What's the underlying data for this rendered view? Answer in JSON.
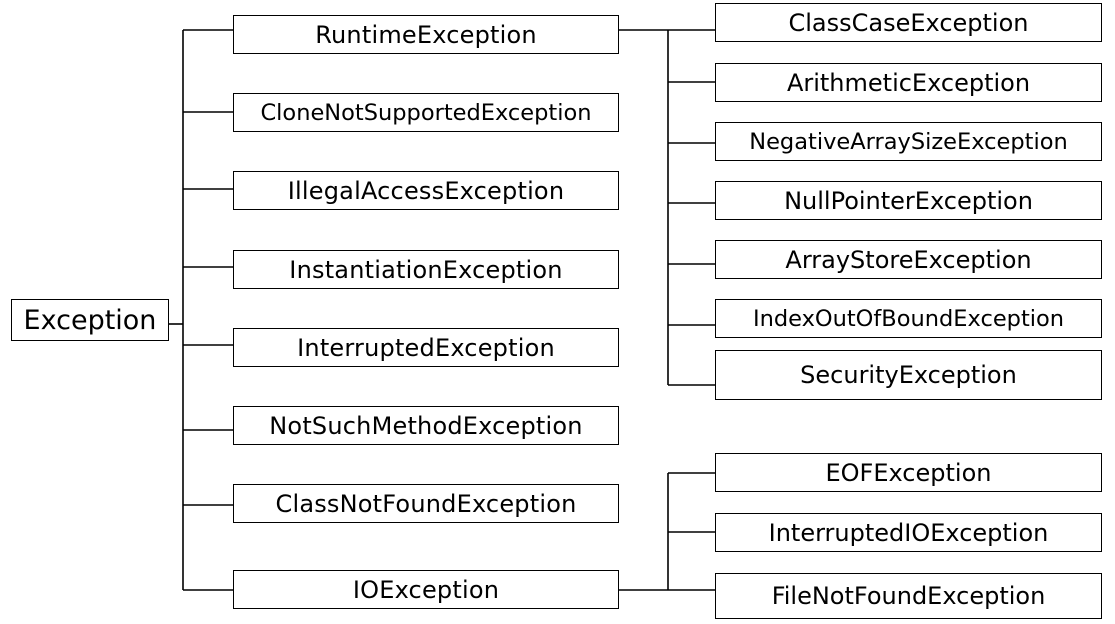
{
  "root": {
    "label": "Exception"
  },
  "children": [
    {
      "id": "runtime",
      "label": "RuntimeException"
    },
    {
      "id": "clonenotsupported",
      "label": "CloneNotSupportedException"
    },
    {
      "id": "illegalaccess",
      "label": "IllegalAccessException"
    },
    {
      "id": "instantiation",
      "label": "InstantiationException"
    },
    {
      "id": "interrupted",
      "label": "InterruptedException"
    },
    {
      "id": "notsuchmethod",
      "label": "NotSuchMethodException"
    },
    {
      "id": "classnotfound",
      "label": "ClassNotFoundException"
    },
    {
      "id": "io",
      "label": "IOException"
    }
  ],
  "runtime_children": [
    {
      "id": "classcase",
      "label": "ClassCaseException"
    },
    {
      "id": "arithmetic",
      "label": "ArithmeticException"
    },
    {
      "id": "negativearraysize",
      "label": "NegativeArraySizeException"
    },
    {
      "id": "nullpointer",
      "label": "NullPointerException"
    },
    {
      "id": "arraystore",
      "label": "ArrayStoreException"
    },
    {
      "id": "indexoutofbound",
      "label": "IndexOutOfBoundException"
    },
    {
      "id": "security",
      "label": "SecurityException"
    }
  ],
  "io_children": [
    {
      "id": "eof",
      "label": "EOFException"
    },
    {
      "id": "interruptedio",
      "label": "InterruptedIOException"
    },
    {
      "id": "filenotfound",
      "label": "FileNotFoundException"
    }
  ]
}
